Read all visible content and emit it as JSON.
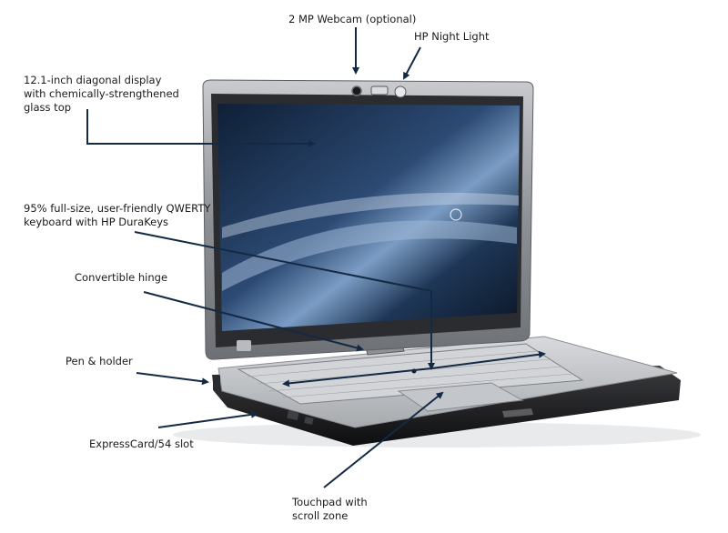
{
  "callouts": {
    "webcam": {
      "lines": [
        "2 MP Webcam (optional)"
      ]
    },
    "night_light": {
      "lines": [
        "HP Night Light"
      ]
    },
    "display": {
      "lines": [
        "12.1-inch diagonal display",
        "with chemically-strengthened",
        "glass top"
      ]
    },
    "keyboard": {
      "lines": [
        "95% full-size, user-friendly QWERTY",
        "keyboard with HP DuraKeys"
      ]
    },
    "hinge": {
      "lines": [
        "Convertible hinge"
      ]
    },
    "pen": {
      "lines": [
        "Pen & holder"
      ]
    },
    "expresscard": {
      "lines": [
        "ExpressCard/54 slot"
      ]
    },
    "touchpad": {
      "lines": [
        "Touchpad with",
        "scroll zone"
      ]
    }
  },
  "laptop": {
    "brand_logo": "hp-logo",
    "colors": {
      "bezel": "#2b2c30",
      "frame": "#9ea1a6",
      "screen_dark": "#0d1a2c",
      "screen_light": "#6f8fb5",
      "deck": "#b9bcc0",
      "base_dark": "#1c1c1e",
      "arrow": "#142a44"
    }
  }
}
